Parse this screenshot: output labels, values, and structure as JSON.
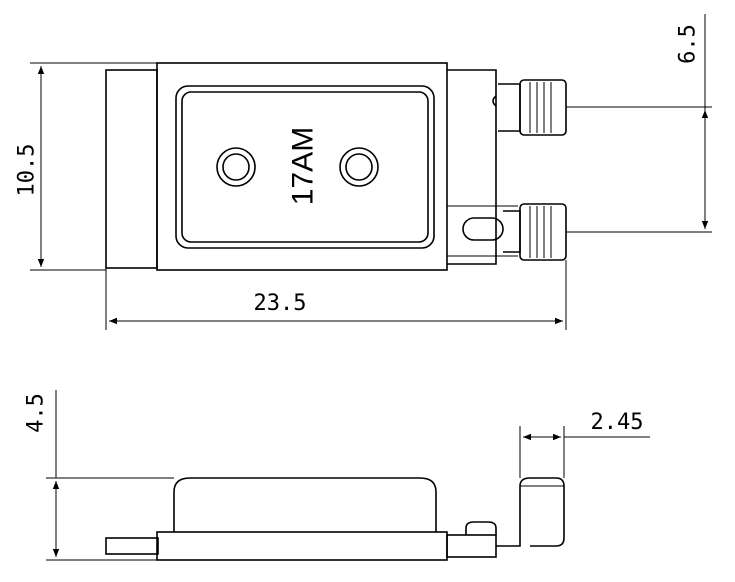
{
  "marking": "17AM",
  "dimensions": {
    "height_top": "10.5",
    "terminal_pitch": "6.5",
    "length": "23.5",
    "height_side": "4.5",
    "terminal_offset": "2.45"
  }
}
